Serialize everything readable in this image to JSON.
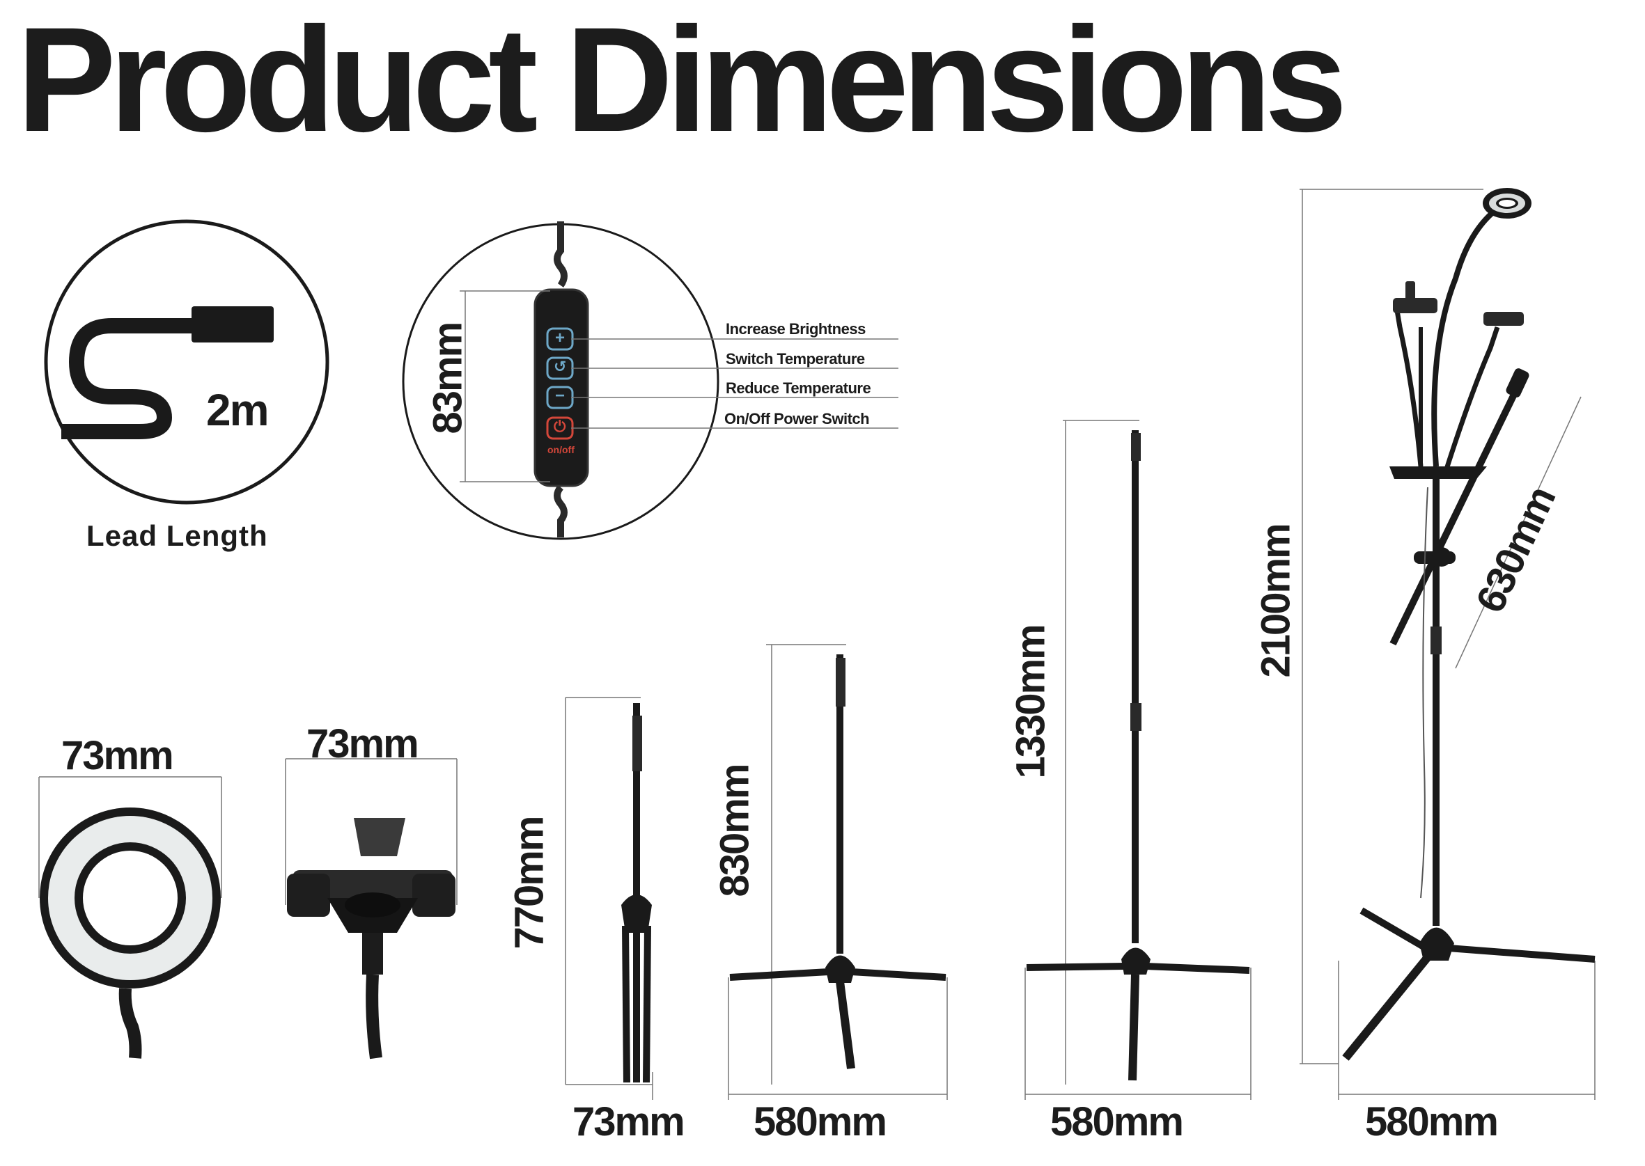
{
  "title": "Product Dimensions",
  "lead": {
    "value": "2m",
    "caption": "Lead Length"
  },
  "controller": {
    "height": "83mm",
    "buttons": [
      {
        "symbol": "+",
        "label": "Increase Brightness"
      },
      {
        "symbol": "↺",
        "label": "Switch Temperature"
      },
      {
        "symbol": "−",
        "label": "Reduce Temperature"
      },
      {
        "symbol": "⏻",
        "label": "On/Off Power Switch"
      }
    ],
    "power_text": "on/off"
  },
  "ring_light": {
    "width": "73mm"
  },
  "phone_holder": {
    "width": "73mm"
  },
  "stands": [
    {
      "height": "770mm",
      "width": "73mm"
    },
    {
      "height": "830mm",
      "width": "580mm"
    },
    {
      "height": "1330mm",
      "width": "580mm"
    },
    {
      "height": "2100mm",
      "width": "580mm",
      "boom": "630mm"
    }
  ],
  "colors": {
    "text": "#1c1c1c",
    "stand": "#1a1a1a",
    "button": "#6ea8c8",
    "power": "#d4473a",
    "ring_led": "#e9ecec"
  }
}
